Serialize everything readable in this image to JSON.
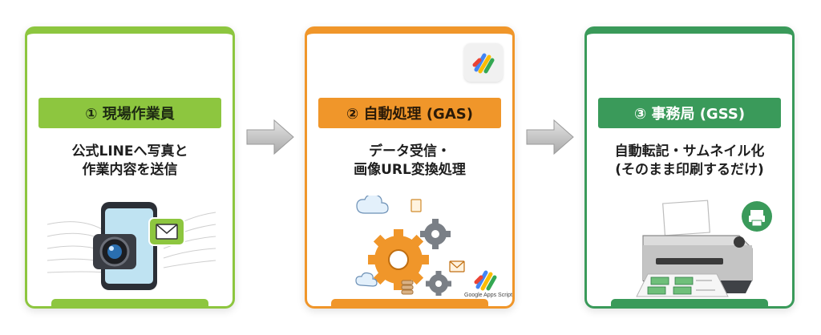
{
  "steps": [
    {
      "heading": "① 現場作業員",
      "lines": [
        "公式LINEへ写真と",
        "作業内容を送信"
      ],
      "accent": "#8dc63f",
      "illustration_icon": "smartphone-camera-mail-icon"
    },
    {
      "heading": "② 自動処理 (GAS)",
      "lines": [
        "データ受信・",
        "画像URL変換処理"
      ],
      "accent": "#f0962a",
      "illustration_icon": "gears-cloud-database-icon",
      "logo_icon": "google-apps-script-logo",
      "logo_caption": "Google Apps Script"
    },
    {
      "heading": "③ 事務局 (GSS)",
      "lines": [
        "自動転記・サムネイル化",
        "(そのまま印刷するだけ)"
      ],
      "accent": "#3a9a5a",
      "illustration_icon": "printer-icon"
    }
  ],
  "arrow_icon": "right-arrow-icon"
}
